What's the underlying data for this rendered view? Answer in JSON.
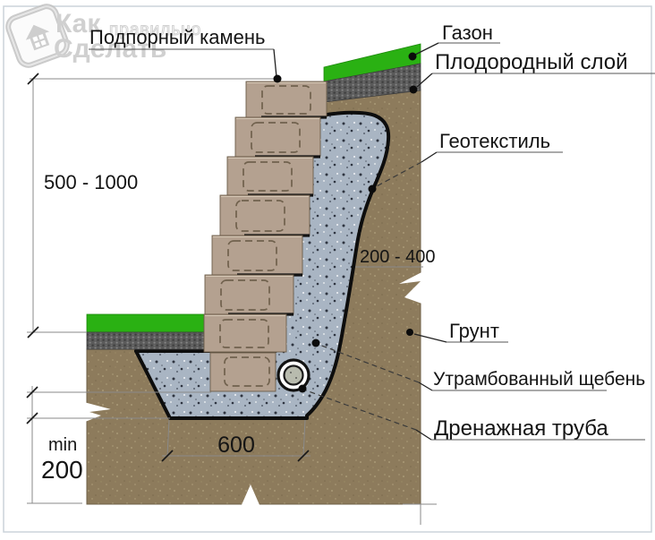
{
  "watermark": {
    "word1": "Как",
    "word2": "правильно",
    "word3": "Сделать"
  },
  "labels": {
    "retaining_stone": "Подпорный камень",
    "lawn": "Газон",
    "fertile_layer": "Плодородный слой",
    "geotextile": "Геотекстиль",
    "soil": "Грунт",
    "compacted_gravel": "Утрамбованный щебень",
    "drainage_pipe": "Дренажная труба"
  },
  "dimensions": {
    "wall_height": "500 - 1000",
    "drainage_layer_thickness": "200 - 400",
    "base_width": "600",
    "embedment_min_prefix": "min",
    "embedment_min_value": "200"
  },
  "colors": {
    "lawn_green": "#2ab113",
    "soil_brown": "#8d7b5c",
    "gravel_blue_gray": "#a9b5c3",
    "fertile_dark_gray": "#5a5a5a",
    "stone_tan": "#b4a190",
    "outline_black": "#111111"
  }
}
